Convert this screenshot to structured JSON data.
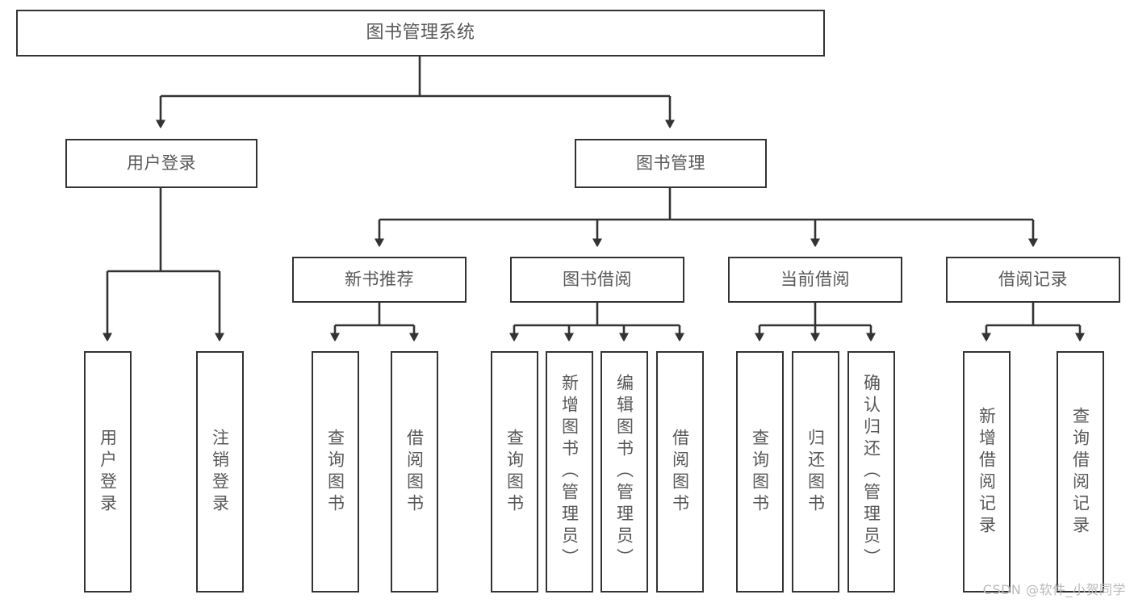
{
  "diagram": {
    "type": "hierarchy-tree",
    "title": "图书管理系统",
    "root": {
      "id": "root",
      "label": "图书管理系统"
    },
    "level2": [
      {
        "id": "user-login",
        "label": "用户登录"
      },
      {
        "id": "book-management",
        "label": "图书管理"
      }
    ],
    "level3": [
      {
        "id": "new-book-recommend",
        "label": "新书推荐",
        "parent": "book-management"
      },
      {
        "id": "book-borrow",
        "label": "图书借阅",
        "parent": "book-management"
      },
      {
        "id": "current-borrow",
        "label": "当前借阅",
        "parent": "book-management"
      },
      {
        "id": "borrow-record",
        "label": "借阅记录",
        "parent": "book-management"
      }
    ],
    "leaves": {
      "user_login": [
        {
          "id": "leaf-user-login",
          "label": "用户登录"
        },
        {
          "id": "leaf-user-logout",
          "label": "注销登录"
        }
      ],
      "new_book_recommend": [
        {
          "id": "leaf-query-book-1",
          "label": "查询图书"
        },
        {
          "id": "leaf-borrow-book-1",
          "label": "借阅图书"
        }
      ],
      "book_borrow": [
        {
          "id": "leaf-query-book-2",
          "label": "查询图书"
        },
        {
          "id": "leaf-add-book",
          "label": "新增图书（管理员）"
        },
        {
          "id": "leaf-edit-book",
          "label": "编辑图书（管理员）"
        },
        {
          "id": "leaf-borrow-book-2",
          "label": "借阅图书"
        }
      ],
      "current_borrow": [
        {
          "id": "leaf-query-book-3",
          "label": "查询图书"
        },
        {
          "id": "leaf-return-book",
          "label": "归还图书"
        },
        {
          "id": "leaf-confirm-return",
          "label": "确认归还（管理员）"
        }
      ],
      "borrow_record": [
        {
          "id": "leaf-add-record",
          "label": "新增借阅记录"
        },
        {
          "id": "leaf-query-record",
          "label": "查询借阅记录"
        }
      ]
    },
    "watermark": "CSDN @软件_小贺同学",
    "colors": {
      "box_border": "#333333",
      "box_fill": "#ffffff",
      "text": "#58585a",
      "connector": "#333333",
      "watermark": "#b9b9bb",
      "background": "#ffffff"
    }
  }
}
